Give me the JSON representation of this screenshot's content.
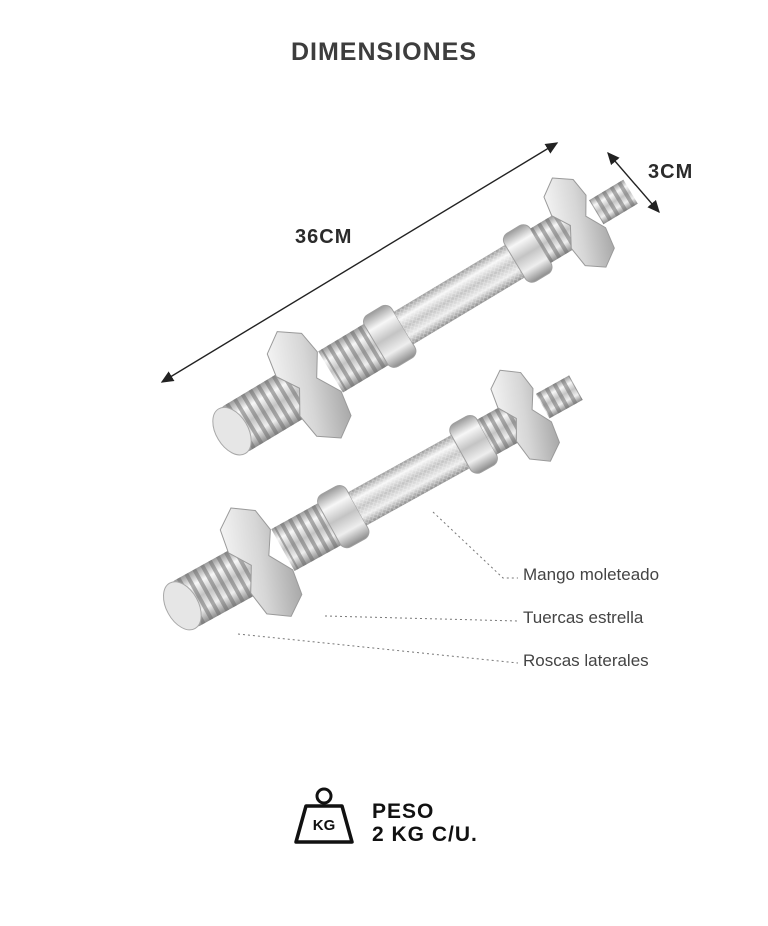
{
  "title": "DIMENSIONES",
  "dimensions": {
    "length": "36CM",
    "diameter": "3CM"
  },
  "callouts": {
    "handle": "Mango moleteado",
    "nuts": "Tuercas estrella",
    "threads": "Roscas laterales"
  },
  "weight": {
    "icon": "kettlebell-kg-icon",
    "icon_text": "KG",
    "label": "PESO",
    "value": "2 KG C/U."
  },
  "colors": {
    "chrome_light": "#f2f2f2",
    "chrome_mid": "#c7c7c7",
    "chrome_dark": "#8a8a8a",
    "text": "#3a3a3a"
  }
}
